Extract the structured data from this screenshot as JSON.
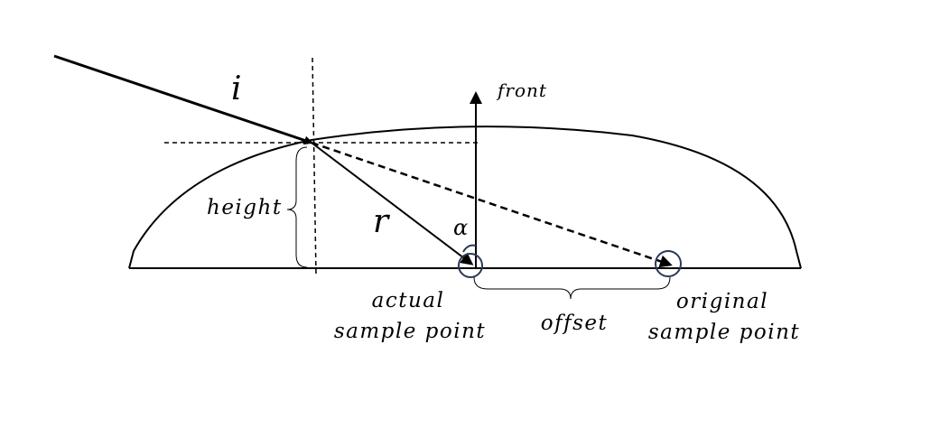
{
  "labels": {
    "incident_ray": "i",
    "refracted_ray": "r",
    "front": "front",
    "height": "height",
    "angle": "α",
    "actual_line1": "actual",
    "actual_line2": "sample point",
    "offset": "offset",
    "original_line1": "original",
    "original_line2": "sample point"
  },
  "colors": {
    "line": "#000000",
    "marker_circle": "#2b3a55",
    "background": "#ffffff"
  }
}
